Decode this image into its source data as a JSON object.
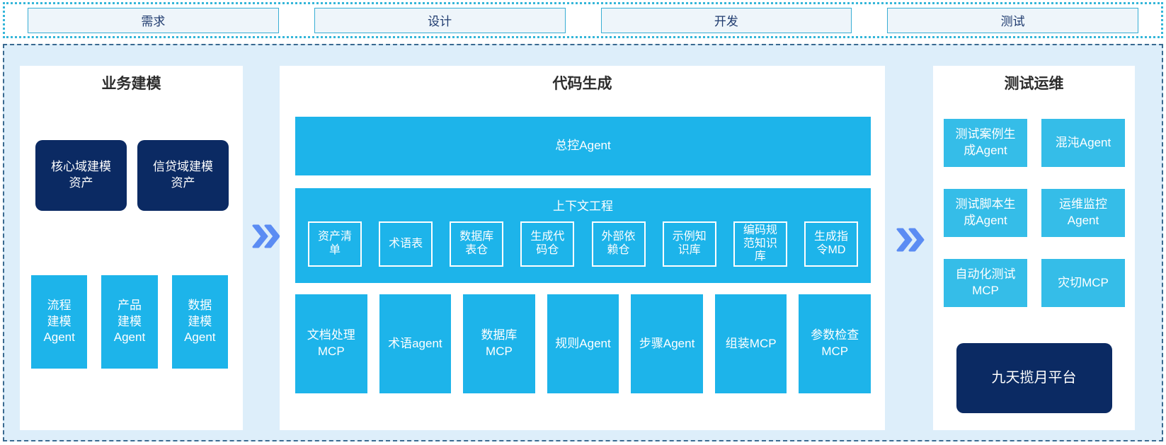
{
  "colors": {
    "cyan": "#1db4ea",
    "cyan_light": "#35bde8",
    "navy": "#0b2a63",
    "container_bg": "#ddeefa",
    "panel_bg": "#ffffff",
    "phase_box_bg": "#eef5fa",
    "phase_box_border": "#38aed4",
    "phase_text": "#1e3a6e",
    "title_text": "#2c2c2c",
    "dotted_border": "#35b6d9",
    "dashed_border": "#3a6a90",
    "chevron_blue": "#5b8cf3"
  },
  "phase_bar": {
    "items": [
      "需求",
      "设计",
      "开发",
      "测试"
    ]
  },
  "sections": {
    "business_modeling": {
      "title": "业务建模",
      "asset_boxes": [
        "核心域建模\n资产",
        "信贷域建模\n资产"
      ],
      "agent_boxes": [
        "流程\n建模\nAgent",
        "产品\n建模\nAgent",
        "数据\n建模\nAgent"
      ]
    },
    "code_generation": {
      "title": "代码生成",
      "master_agent": "总控Agent",
      "context_engineering": {
        "title": "上下文工程",
        "items": [
          "资产清\n单",
          "术语表",
          "数据库\n表仓",
          "生成代\n码仓",
          "外部依\n赖仓",
          "示例知\n识库",
          "编码规\n范知识\n库",
          "生成指\n令MD"
        ]
      },
      "tool_boxes": [
        "文档处理\nMCP",
        "术语agent",
        "数据库\nMCP",
        "规则Agent",
        "步骤Agent",
        "组装MCP",
        "参数检查\nMCP"
      ]
    },
    "test_ops": {
      "title": "测试运维",
      "grid_boxes": [
        "测试案例生\n成Agent",
        "混沌Agent",
        "测试脚本生\n成Agent",
        "运维监控\nAgent",
        "自动化测试\nMCP",
        "灾切MCP"
      ],
      "platform": "九天揽月平台"
    }
  }
}
